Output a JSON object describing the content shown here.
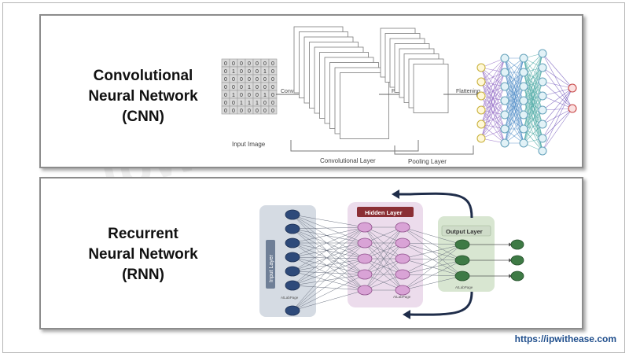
{
  "cnn": {
    "title_lines": [
      "Convolutional",
      "Neural Network",
      "(CNN)"
    ],
    "input_matrix": [
      [
        0,
        0,
        0,
        0,
        0,
        0,
        0
      ],
      [
        0,
        1,
        0,
        0,
        0,
        1,
        0
      ],
      [
        0,
        0,
        0,
        0,
        0,
        0,
        0
      ],
      [
        0,
        0,
        0,
        1,
        0,
        0,
        0
      ],
      [
        0,
        1,
        0,
        0,
        0,
        1,
        0
      ],
      [
        0,
        0,
        1,
        1,
        1,
        0,
        0
      ],
      [
        0,
        0,
        0,
        0,
        0,
        0,
        0
      ]
    ],
    "input_label": "Input Image",
    "convolution_label": "Convolution",
    "pooling_label": "Pooling",
    "flattening_label": "Flattening",
    "conv_layer_label": "Convolutional Layer",
    "pool_layer_label": "Pooling Layer"
  },
  "rnn": {
    "title_lines": [
      "Recurrent",
      "Neural Network",
      "(RNN)"
    ],
    "input_layer_label": "Input Layer",
    "hidden_layer_label": "Hidden Layer",
    "output_layer_label": "Output Layer",
    "small_caption": "AtLabPage"
  },
  "watermark": "ipwithease.com",
  "site_url": "https://ipwithease.com",
  "colors": {
    "panel_border": "#8c8c8c",
    "hidden_header": "#8b2f35",
    "hidden_node": "#d9a3d6",
    "input_node": "#2e4a7a",
    "output_node": "#3e7a45",
    "output_panel": "#d8e6d1",
    "input_panel": "#d5dbe3",
    "hidden_panel": "#ecdcec",
    "url": "#1f4e8c"
  }
}
